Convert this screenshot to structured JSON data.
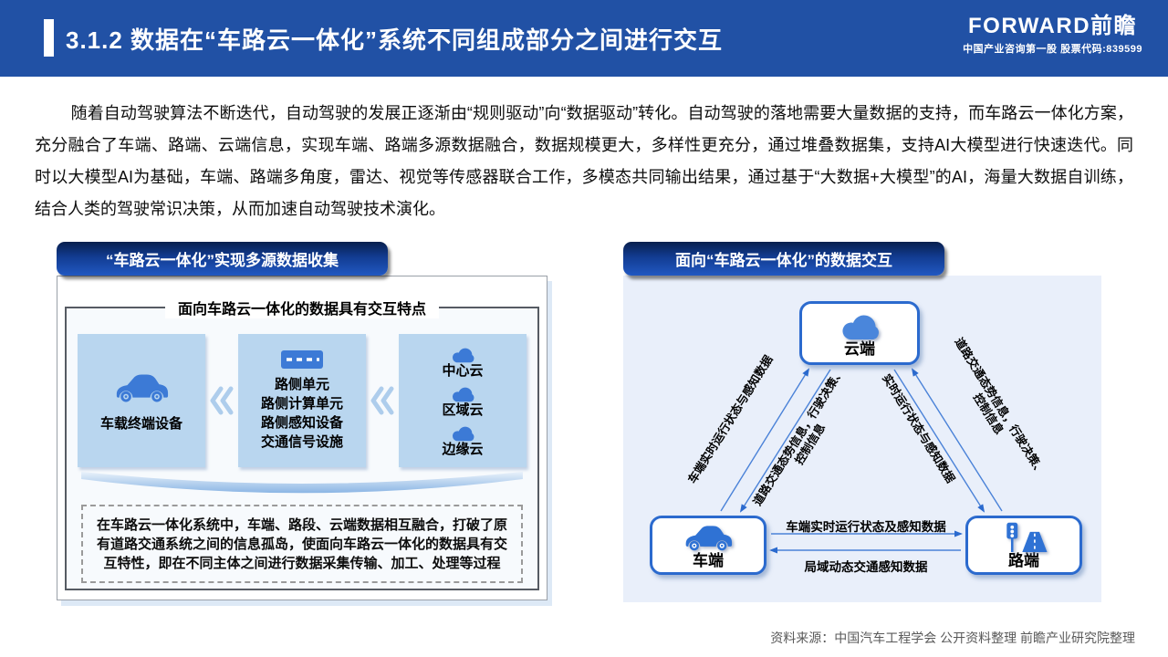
{
  "header": {
    "title": "3.1.2 数据在“车路云一体化”系统不同组成部分之间进行交互",
    "logo": {
      "brand": "FORWARD前瞻",
      "tagline": "中国产业咨询第一股  股票代码:839599"
    }
  },
  "intro": {
    "text": "随着自动驾驶算法不断迭代，自动驾驶的发展正逐渐由“规则驱动”向“数据驱动”转化。自动驾驶的落地需要大量数据的支持，而车路云一体化方案，充分融合了车端、路端、云端信息，实现车端、路端多源数据融合，数据规模更大，多样性更充分，通过堆叠数据集，支持AI大模型进行快速迭代。同时以大模型AI为基础，车端、路端多角度，雷达、视觉等传感器联合工作，多模态共同输出结果，通过基于“大数据+大模型”的AI，海量大数据自训练，结合人类的驾驶常识决策，从而加速自动驾驶技术演化。"
  },
  "left_panel": {
    "title": "“车路云一体化”实现多源数据收集",
    "legend": "面向车路云一体化的数据具有交互特点",
    "vehicle_box": {
      "label": "车载终端设备"
    },
    "roadside_box": {
      "lines": [
        "路侧单元",
        "路侧计算单元",
        "路侧感知设备",
        "交通信号设施"
      ]
    },
    "cloud_box": {
      "items": [
        "中心云",
        "区域云",
        "边缘云"
      ]
    },
    "summary": "在车路云一体化系统中，车端、路段、云端数据相互融合，打破了原有道路交通系统之间的信息孤岛，使面向车路云一体化的数据具有交互特性，即在不同主体之间进行数据采集传输、加工、处理等过程"
  },
  "right_panel": {
    "title": "面向“车路云一体化”的数据交互",
    "nodes": {
      "cloud": "云端",
      "vehicle": "车端",
      "road": "路端"
    },
    "edges": {
      "vehicle_to_cloud": "车端实时运行状态与感知数据",
      "cloud_to_vehicle": "道路交通态势信息，行驶决策、\n控制信息",
      "road_to_cloud": "实时运行状态与感知数据",
      "cloud_to_road": "道路交通态势信息，行驶决策、\n控制信息",
      "vehicle_to_road": "车端实时运行状态及感知数据",
      "road_to_vehicle": "局域动态交通感知数据"
    }
  },
  "footer": {
    "source": "资料来源：中国汽车工程学会 公开资料整理 前瞻产业研究院整理"
  },
  "colors": {
    "header_blue": "#2151a5",
    "pill_gradient_top": "#081f4d",
    "pill_gradient_bottom": "#2158c2",
    "light_box_blue": "#b9d6ef",
    "panel_blue": "#e9effa",
    "node_border_blue": "#2b6ace",
    "icon_blue": "#3c7ad6",
    "arrow_blue": "#4a82d8",
    "footer_gray": "#595959"
  }
}
